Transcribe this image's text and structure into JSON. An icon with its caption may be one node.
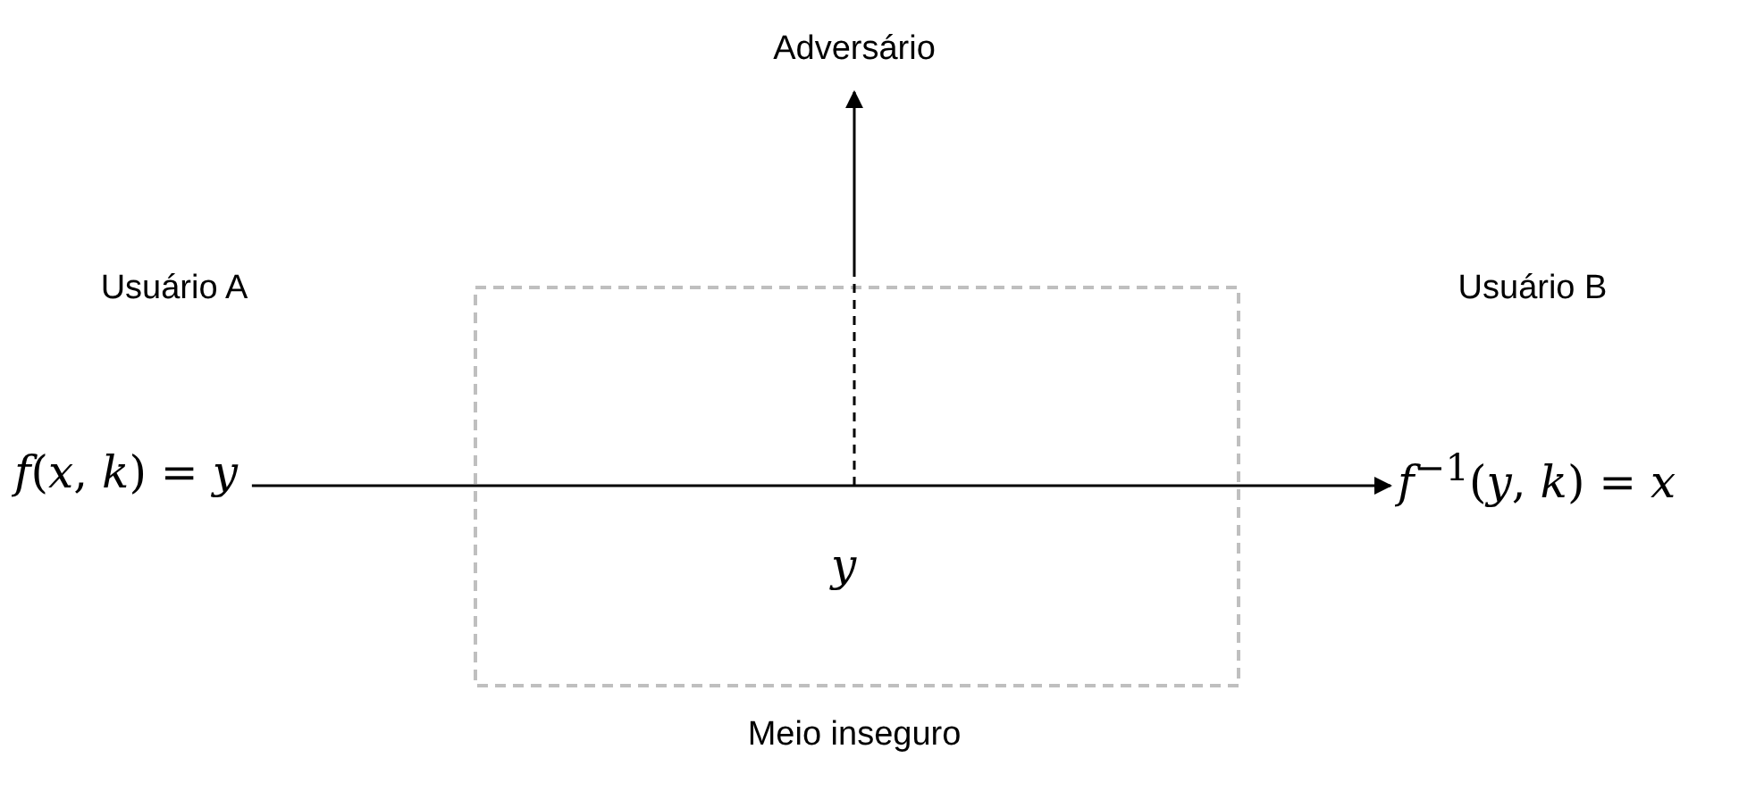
{
  "diagram": {
    "nodes": [
      {
        "text": [
          "Usuário A"
        ]
      },
      {
        "text": [
          "*f*(*x*, *k*) = *y*"
        ]
      },
      {
        "text": [
          "Usuário B"
        ]
      },
      {
        "text": [
          "*f*$^{−1}$(*y*, *k*) = *x*"
        ]
      },
      {
        "text": [
          "Adversário"
        ]
      }
    ],
    "edges": [
      {
        "from": 1,
        "to": 3,
        "arrow": "to"
      },
      {
        "from": null,
        "to": 4,
        "arrow": "to",
        "style": "dashed"
      }
    ],
    "labels": [
      "y",
      "Meio inseguro"
    ]
  }
}
